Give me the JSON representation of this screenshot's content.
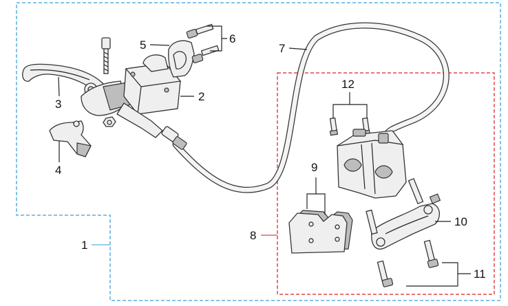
{
  "colors": {
    "outer_frame": "#5aaee0",
    "caliper_frame": "#e0454f",
    "ink": "#222222"
  },
  "callouts": [
    {
      "id": "1",
      "part": "complete-brake-assembly"
    },
    {
      "id": "2",
      "part": "master-cylinder"
    },
    {
      "id": "3",
      "part": "brake-lever"
    },
    {
      "id": "4",
      "part": "lever-clamp"
    },
    {
      "id": "5",
      "part": "handlebar-clamp"
    },
    {
      "id": "6",
      "part": "clamp-bolts"
    },
    {
      "id": "7",
      "part": "brake-hose"
    },
    {
      "id": "8",
      "part": "caliper-assembly"
    },
    {
      "id": "9",
      "part": "brake-pads"
    },
    {
      "id": "10",
      "part": "caliper-bracket"
    },
    {
      "id": "11",
      "part": "bracket-bolts"
    },
    {
      "id": "12",
      "part": "caliper-bolts"
    }
  ]
}
